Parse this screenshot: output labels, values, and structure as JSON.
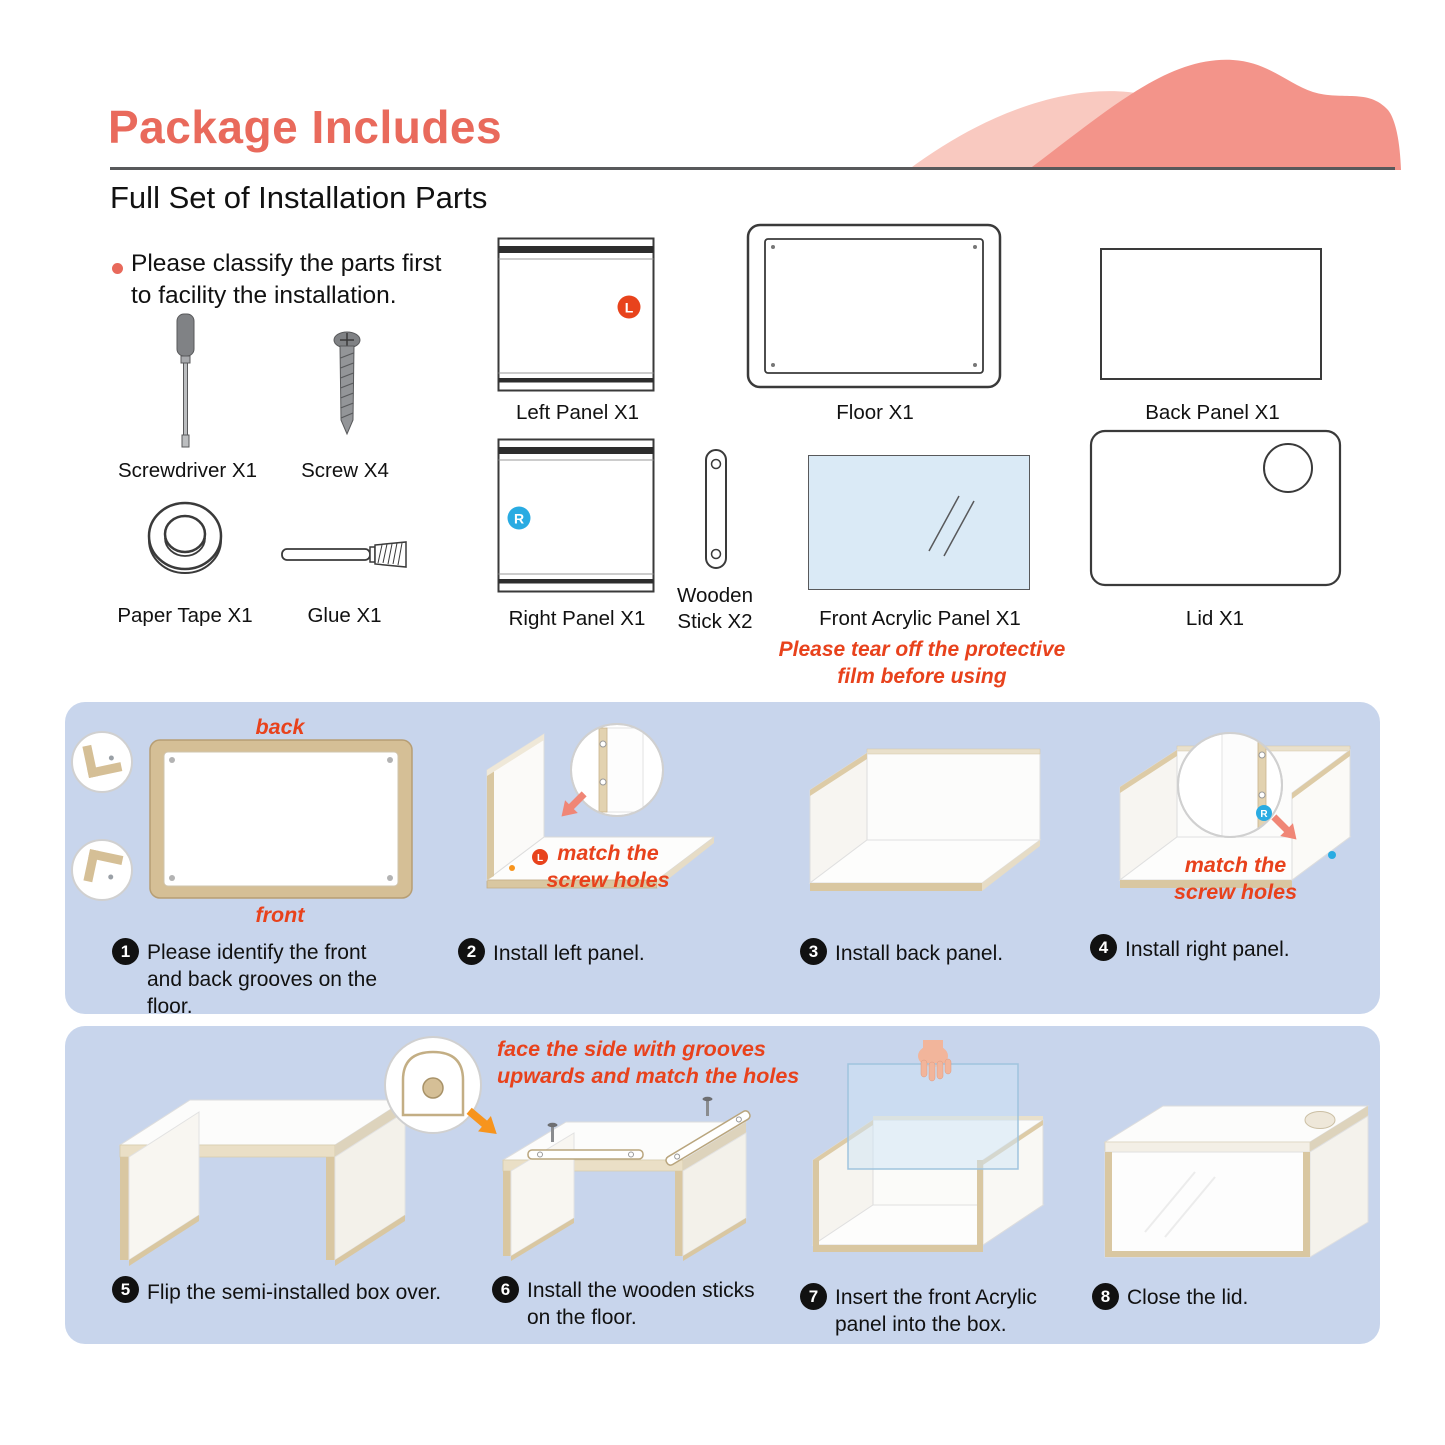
{
  "header": {
    "title": "Package Includes",
    "subtitle": "Full Set of Installation Parts"
  },
  "note": {
    "line1": "Please classify the parts first",
    "line2": "to facility the installation."
  },
  "parts": {
    "screwdriver": {
      "label": "Screwdriver X1"
    },
    "screw": {
      "label": "Screw X4"
    },
    "paper_tape": {
      "label": "Paper Tape X1"
    },
    "glue": {
      "label": "Glue X1"
    },
    "left_panel": {
      "label": "Left Panel X1",
      "badge": "L"
    },
    "floor": {
      "label": "Floor X1"
    },
    "back_panel": {
      "label": "Back Panel X1"
    },
    "right_panel": {
      "label": "Right Panel X1",
      "badge": "R"
    },
    "wooden_stick": {
      "line1": "Wooden",
      "line2": "Stick X2"
    },
    "acrylic": {
      "label": "Front Acrylic Panel X1",
      "warning1": "Please tear off the protective",
      "warning2": "film before using"
    },
    "lid": {
      "label": "Lid X1"
    }
  },
  "annotations": {
    "back": "back",
    "front": "front",
    "match1": "match the",
    "match2": "screw holes",
    "face1": "face the side with grooves",
    "face2": "upwards and match the holes"
  },
  "steps": [
    {
      "num": "1",
      "text": "Please identify the front and back grooves on the floor."
    },
    {
      "num": "2",
      "text": "Install left panel."
    },
    {
      "num": "3",
      "text": "Install back panel."
    },
    {
      "num": "4",
      "text": "Install right panel."
    },
    {
      "num": "5",
      "text": "Flip the semi-installed box over."
    },
    {
      "num": "6",
      "text": "Install the wooden sticks on the floor."
    },
    {
      "num": "7",
      "text": "Insert the front Acrylic panel into the box."
    },
    {
      "num": "8",
      "text": "Close the lid."
    }
  ],
  "colors": {
    "accent_coral": "#E96A5C",
    "wave_light": "#F9C9C0",
    "wave_dark": "#F3948A",
    "annotation_red": "#E8421C",
    "section_bg": "#C8D5EC",
    "badge_red": "#E8431C",
    "badge_blue": "#29ABE2",
    "wood_tan": "#D5BF96"
  }
}
